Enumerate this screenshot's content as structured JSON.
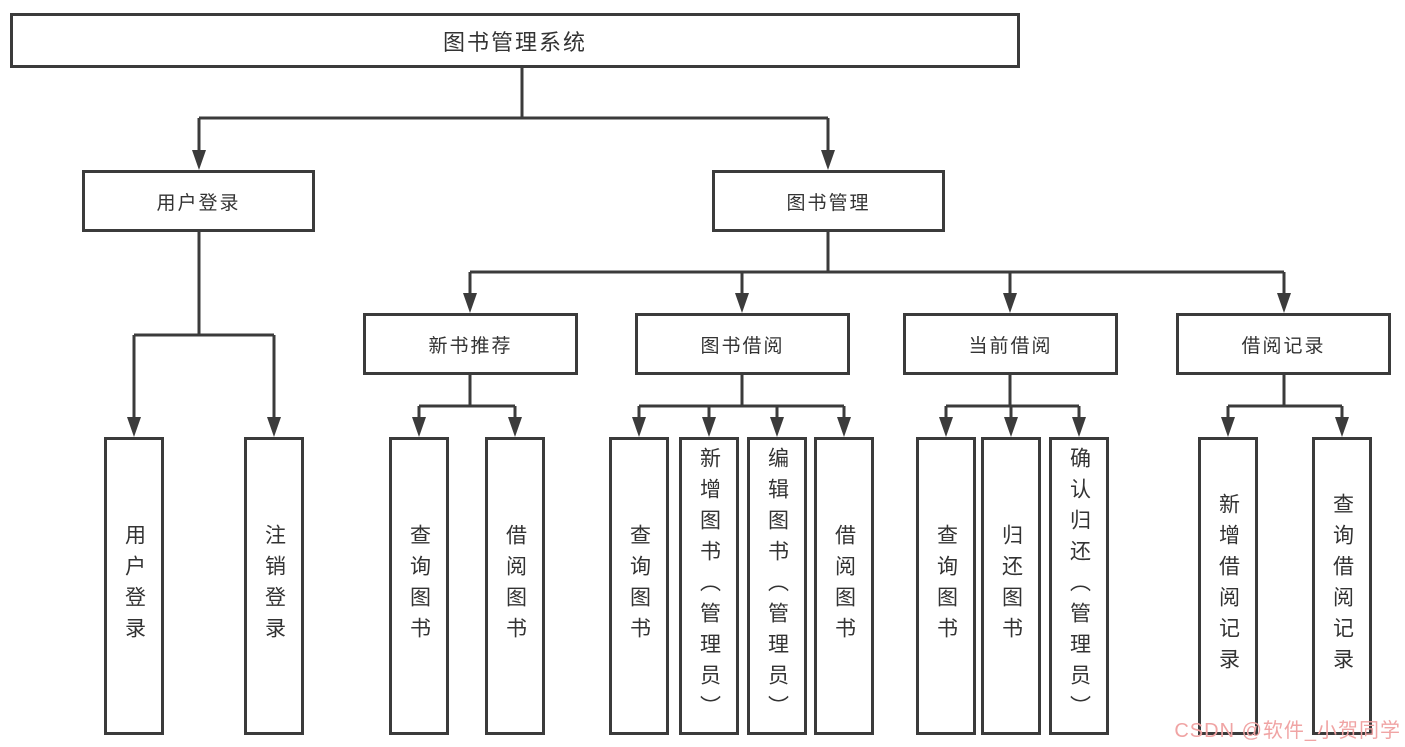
{
  "diagram": {
    "title": "图书管理系统",
    "nodes": {
      "root": "图书管理系统",
      "user_login": "用户登录",
      "book_mgmt": "图书管理",
      "new_books": "新书推荐",
      "book_borrow": "图书借阅",
      "current_borrow": "当前借阅",
      "borrow_records": "借阅记录",
      "leaf_user_login": "用户登录",
      "leaf_logout": "注销登录",
      "leaf_nb_query": "查询图书",
      "leaf_nb_borrow": "借阅图书",
      "leaf_bb_query": "查询图书",
      "leaf_bb_add": "新增图书（管理员）",
      "leaf_bb_edit": "编辑图书（管理员）",
      "leaf_bb_borrow": "借阅图书",
      "leaf_cb_query": "查询图书",
      "leaf_cb_return": "归还图书",
      "leaf_cb_confirm": "确认归还（管理员）",
      "leaf_br_add": "新增借阅记录",
      "leaf_br_query": "查询借阅记录"
    },
    "edges": [
      {
        "from": "root",
        "to": "user_login"
      },
      {
        "from": "root",
        "to": "book_mgmt"
      },
      {
        "from": "user_login",
        "to": "leaf_user_login"
      },
      {
        "from": "user_login",
        "to": "leaf_logout"
      },
      {
        "from": "book_mgmt",
        "to": "new_books"
      },
      {
        "from": "book_mgmt",
        "to": "book_borrow"
      },
      {
        "from": "book_mgmt",
        "to": "current_borrow"
      },
      {
        "from": "book_mgmt",
        "to": "borrow_records"
      },
      {
        "from": "new_books",
        "to": "leaf_nb_query"
      },
      {
        "from": "new_books",
        "to": "leaf_nb_borrow"
      },
      {
        "from": "book_borrow",
        "to": "leaf_bb_query"
      },
      {
        "from": "book_borrow",
        "to": "leaf_bb_add"
      },
      {
        "from": "book_borrow",
        "to": "leaf_bb_edit"
      },
      {
        "from": "book_borrow",
        "to": "leaf_bb_borrow"
      },
      {
        "from": "current_borrow",
        "to": "leaf_cb_query"
      },
      {
        "from": "current_borrow",
        "to": "leaf_cb_return"
      },
      {
        "from": "current_borrow",
        "to": "leaf_cb_confirm"
      },
      {
        "from": "borrow_records",
        "to": "leaf_br_add"
      },
      {
        "from": "borrow_records",
        "to": "leaf_br_query"
      }
    ]
  },
  "colors": {
    "line": "#3b3b3b",
    "text": "#333333",
    "background": "#ffffff",
    "watermark": "#f0a4a4"
  },
  "watermark": {
    "text": "CSDN @软件_小贺同学"
  }
}
